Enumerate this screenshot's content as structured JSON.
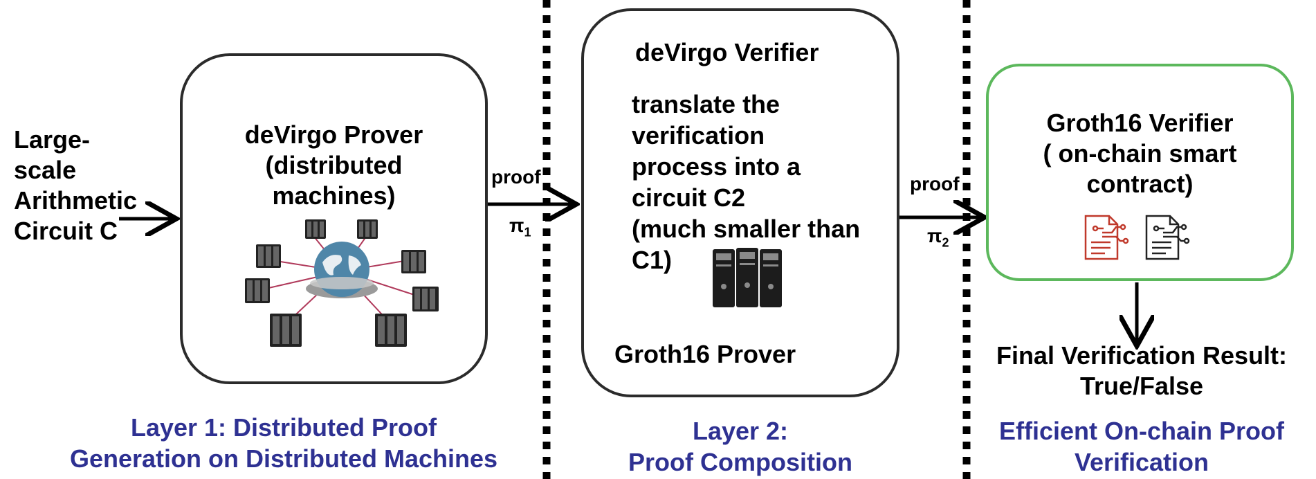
{
  "input": {
    "lines": [
      "Large-",
      "scale",
      "Arithmetic",
      "Circuit C"
    ]
  },
  "prover_box": {
    "title_lines": [
      "deVirgo Prover",
      "(distributed",
      "machines)"
    ],
    "icon": "distributed-servers-globe-icon"
  },
  "edge1": {
    "label": "proof",
    "symbol": "π",
    "subscript": "1"
  },
  "verifier_box": {
    "title": "deVirgo Verifier",
    "desc_lines": [
      "translate the",
      "verification",
      "process into a",
      "circuit C2",
      "(much smaller than",
      "C1)"
    ],
    "footer": "Groth16 Prover",
    "icon": "server-rack-icon"
  },
  "edge2": {
    "label": "proof",
    "symbol": "π",
    "subscript": "2"
  },
  "groth_box": {
    "title_lines": [
      "Groth16 Verifier",
      "( on-chain smart",
      "contract)"
    ],
    "icons": [
      "smart-contract-red-icon",
      "smart-contract-black-icon"
    ],
    "accent": "#5cb85c"
  },
  "result": {
    "lines": [
      "Final Verification Result:",
      "True/False"
    ]
  },
  "layers": {
    "layer1": [
      "Layer 1: Distributed Proof",
      "Generation on Distributed Machines"
    ],
    "layer2": [
      "Layer 2:",
      "Proof Composition"
    ],
    "layer3": [
      "Efficient On-chain Proof",
      "Verification"
    ]
  },
  "colors": {
    "layer_text": "#2e3192",
    "green_border": "#5cb85c",
    "red_icon": "#c0392b"
  }
}
